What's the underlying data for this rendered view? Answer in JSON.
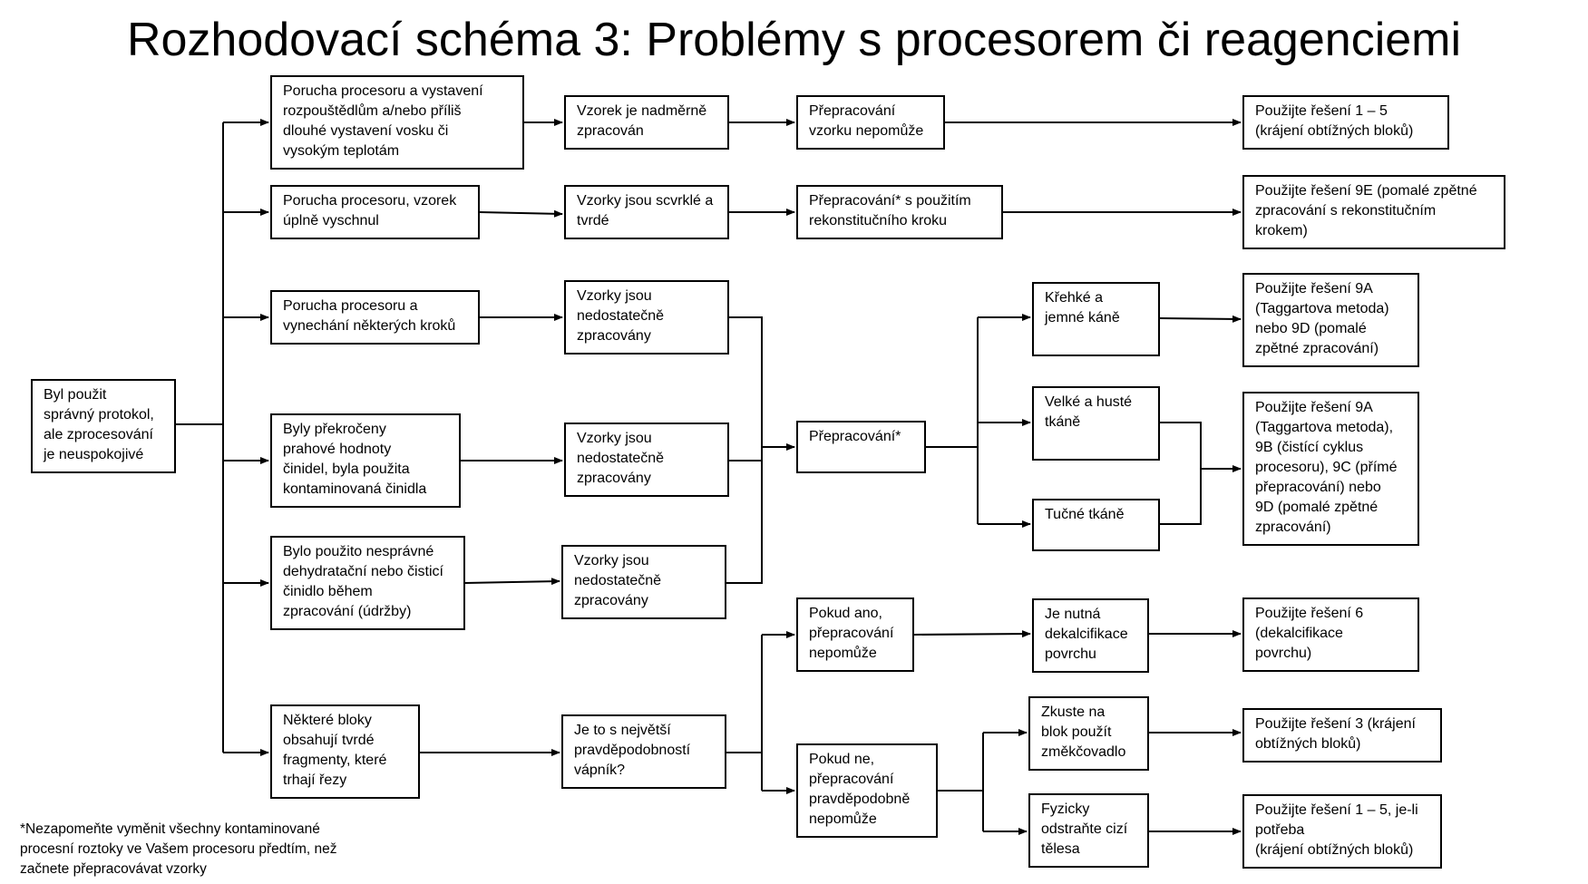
{
  "title": "Rozhodovací schéma 3: Problémy s procesorem či reagenciemi",
  "nodes": {
    "start": "Byl použit\nsprávný protokol,\nale zprocesování\nje neuspokojivé",
    "c1": "Porucha procesoru a vystavení\nrozpouštědlům a/nebo příliš\ndlouhé vystavení vosku či\nvysokým teplotám",
    "c2": "Porucha procesoru, vzorek\núplně vyschnul",
    "c3": "Porucha procesoru a\nvynechání některých kroků",
    "c4": "Byly překročeny\nprahové hodnoty\nčinidel, byla použita\nkontaminovaná činidla",
    "c5": "Bylo použito nesprávné\ndehydratační nebo čisticí\nčinidlo během\nzpracování (údržby)",
    "c6": "Některé bloky\nobsahují tvrdé\nfragmenty, které\ntrhají řezy",
    "e1": "Vzorek je nadměrně\nzpracován",
    "e2": "Vzorky jsou scvrklé a\ntvrdé",
    "e3": "Vzorky jsou\nnedostatečně\nzpracovány",
    "e4": "Vzorky jsou\nnedostatečně\nzpracovány",
    "e5": "Vzorky jsou\nnedostatečně\nzpracovány",
    "e6": "Je to s největší\npravděpodobností\nvápník?",
    "a1": "Přepracování\nvzorku nepomůže",
    "a2": "Přepracování* s použitím\nrekonstitučního kroku",
    "reproc": "Přepracování*",
    "yes": "Pokud ano,\npřepracování\nnepomůže",
    "no": "Pokud ne,\npřepracování\npravděpodobně\nnepomůže",
    "t1": "Křehké a\njemné káně",
    "t2": "Velké a husté\ntkáně",
    "t3": "Tučné tkáně",
    "d1": "Je nutná\ndekalcifikace\npovrchu",
    "d2": "Zkuste na\nblok použít\nzměkčovadlo",
    "d3": "Fyzicky\nodstraňte cizí\ntělesa",
    "s1": "Použijte řešení 1 – 5\n(krájení obtížných bloků)",
    "s2": "Použijte řešení 9E (pomalé zpětné\nzpracování s rekonstitučním\nkrokem)",
    "s3": "Použijte řešení 9A\n(Taggartova metoda)\nnebo 9D (pomalé\nzpětné zpracování)",
    "s4": "Použijte řešení 9A\n(Taggartova metoda),\n9B (čistící cyklus\nprocesoru), 9C (přímé\npřepracování) nebo\n9D (pomalé zpětné\nzpracování)",
    "s5": "Použijte řešení 6\n(dekalcifikace\npovrchu)",
    "s6": "Použijte řešení 3 (krájení\nobtížných bloků)",
    "s7": "Použijte řešení 1 – 5, je-li\npotřeba\n(krájení obtížných bloků)"
  },
  "footnote": "*Nezapomeňte vyměnit všechny kontaminované\nprocesní roztoky ve Vašem procesoru předtím, než\nzačnete přepracovávat vzorky"
}
